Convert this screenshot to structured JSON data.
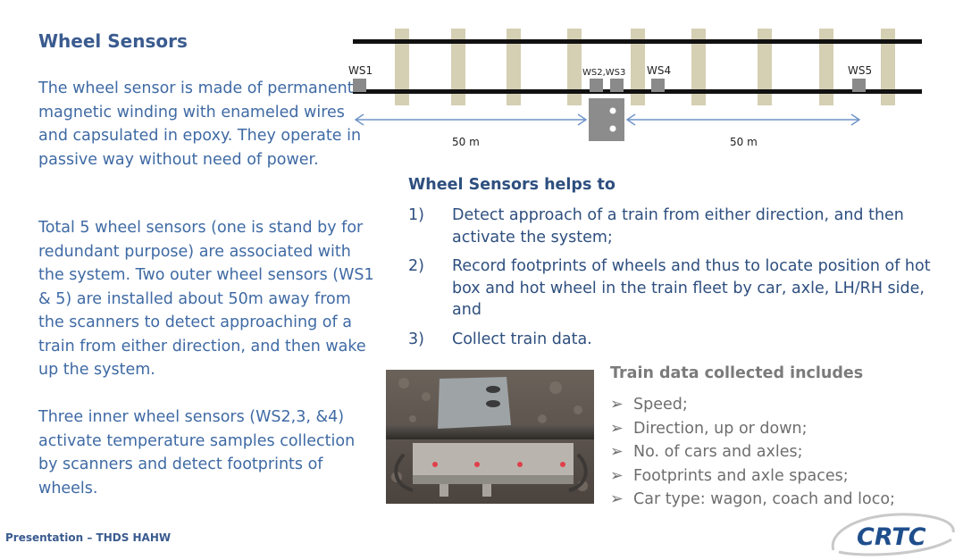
{
  "slide": {
    "title": "Wheel Sensors",
    "paragraphs": [
      "The wheel sensor is made of permanent magnetic winding with enameled wires and capsulated in epoxy. They operate in passive way without need of power.",
      "Total 5 wheel sensors (one is stand by for redundant purpose) are associated with the system. Two outer wheel sensors (WS1 & 5) are installed about 50m away from the scanners to detect approaching of a train from either direction, and then wake up the system.",
      "Three inner wheel sensors  (WS2,3, &4) activate temperature samples collection by scanners and detect footprints of wheels."
    ],
    "footer": "Presentation – THDS HAHW",
    "logo_text": "CRTC"
  },
  "diagram": {
    "sensor_labels": {
      "ws1": "WS1",
      "ws2_ws3": "WS2,WS3",
      "ws4": "WS4",
      "ws5": "WS5"
    },
    "distance_left": "50 m",
    "distance_right": "50 m"
  },
  "helps": {
    "title": "Wheel Sensors helps to",
    "items": [
      {
        "num": "1)",
        "text": "Detect approach of a train from either direction, and then activate the system;"
      },
      {
        "num": "2)",
        "text": "Record footprints of wheels and thus to locate position of hot box and hot wheel in the train fleet by car, axle, LH/RH side, and"
      },
      {
        "num": "3)",
        "text": "Collect train data."
      }
    ]
  },
  "collected": {
    "title": "Train data collected includes",
    "bullet": "➢",
    "items": [
      "Speed;",
      "Direction, up or down;",
      "No. of cars and axles;",
      "Footprints and axle spaces;",
      "Car type: wagon, coach and loco;"
    ]
  },
  "colors": {
    "title_blue": "#3a5b8f",
    "text_blue": "#3f6aa4",
    "sleeper": "#d5cfb3",
    "rail": "#111111",
    "sensor": "#8a8a8a",
    "arrow": "#6e93c9",
    "logo_blue": "#1f4e8c"
  }
}
